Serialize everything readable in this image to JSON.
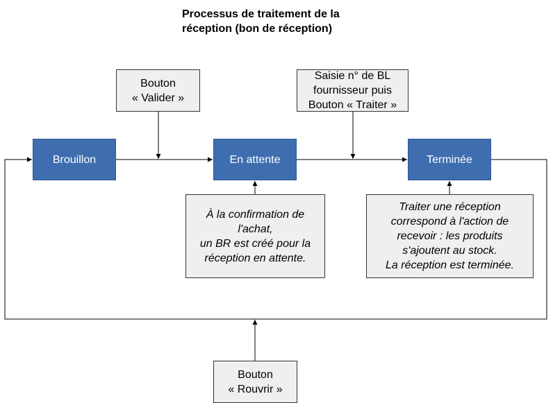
{
  "title": {
    "line1": "Processus de traitement de la",
    "line2": "réception (bon de réception)"
  },
  "states": {
    "brouillon": "Brouillon",
    "en_attente": "En attente",
    "terminee": "Terminée"
  },
  "actions": {
    "valider": [
      "Bouton",
      "« Valider »"
    ],
    "traiter": [
      "Saisie n° de BL",
      "fournisseur puis",
      "Bouton « Traiter »"
    ],
    "rouvrir": [
      "Bouton",
      "« Rouvrir »"
    ]
  },
  "notes": {
    "confirmation": [
      "À la confirmation de",
      "l'achat,",
      "un BR est créé pour la",
      "réception en attente."
    ],
    "traitement": [
      "Traiter une réception",
      "correspond à l'action de",
      "recevoir : les produits",
      "s'ajoutent au stock.",
      "La réception est terminée."
    ]
  },
  "colors": {
    "state_fill": "#3e6eaf",
    "note_fill": "#f0eeee"
  }
}
